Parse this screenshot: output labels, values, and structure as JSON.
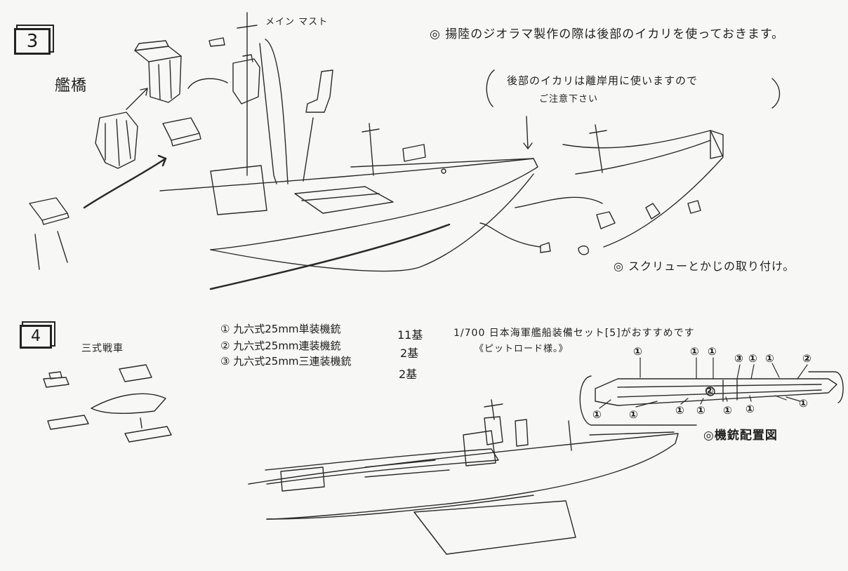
{
  "step3": {
    "number": "3",
    "bridge_label": "艦橋",
    "main_mast_label": "メイン マスト",
    "note_diorama": "◎ 揚陸のジオラマ製作の際は後部のイカリを使っておきます。",
    "note_anchor_line1": "後部のイカリは離岸用に使いますので",
    "note_anchor_line2": "ご注意下さい",
    "note_screw": "◎ スクリューとかじの取り付け。"
  },
  "step4": {
    "number": "4",
    "tank_label": "三式戦車",
    "guns": [
      {
        "num": "①",
        "name": "九六式25mm単装機銃",
        "qty": "11基"
      },
      {
        "num": "②",
        "name": "九六式25mm連装機銃",
        "qty": "2基"
      },
      {
        "num": "③",
        "name": "九六式25mm三連装機銃",
        "qty": "2基"
      }
    ],
    "recommend_line1": "1/700 日本海軍艦船装備セット[5]がおすすめです",
    "recommend_line2": "《ピットロード様。》",
    "placement_title": "◎機銃配置図",
    "callouts": [
      "①",
      "①",
      "①",
      "③",
      "①",
      "①",
      "②",
      "①",
      "①",
      "①",
      "①",
      "②",
      "①",
      "①",
      "①"
    ]
  }
}
